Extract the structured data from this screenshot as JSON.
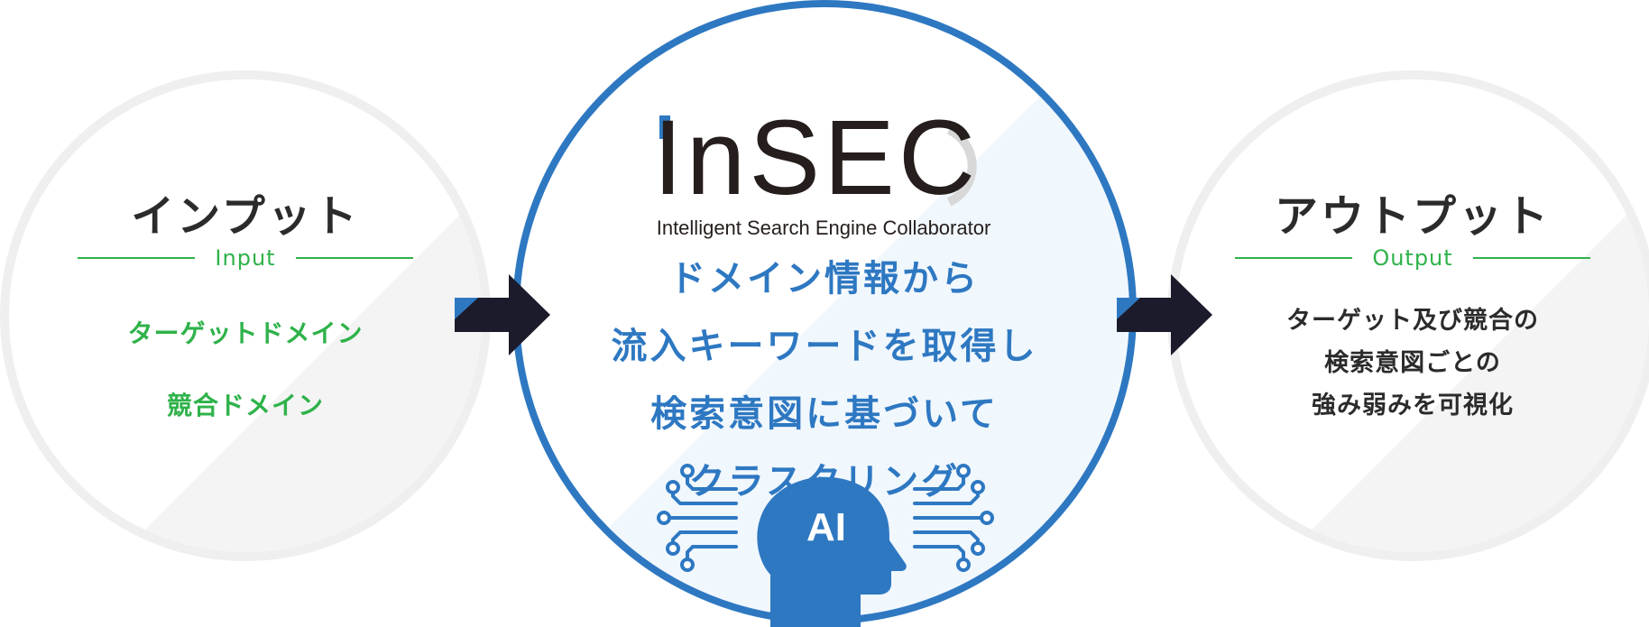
{
  "input": {
    "title": "インプット",
    "subtitle": "Input",
    "items": [
      "ターゲットドメイン",
      "競合ドメイン"
    ]
  },
  "center": {
    "logo": "InSEC",
    "tagline": "Intelligent Search Engine Collaborator",
    "lines": [
      "ドメイン情報から",
      "流入キーワードを取得し",
      "検索意図に基づいて",
      "クラスタリング"
    ],
    "ai_label": "AI"
  },
  "output": {
    "title": "アウトプット",
    "subtitle": "Output",
    "lines": [
      "ターゲット及び競合の",
      "検索意図ごとの",
      "強み弱みを可視化"
    ]
  },
  "colors": {
    "accent_blue": "#2e78c2",
    "accent_green": "#2fb24a",
    "arrow_dark": "#1b1b2b",
    "circle_border_gray": "#efefef"
  },
  "icons": [
    "arrow-right-icon",
    "arrow-right-icon",
    "circuit-left-icon",
    "circuit-right-icon",
    "ai-head-icon"
  ]
}
